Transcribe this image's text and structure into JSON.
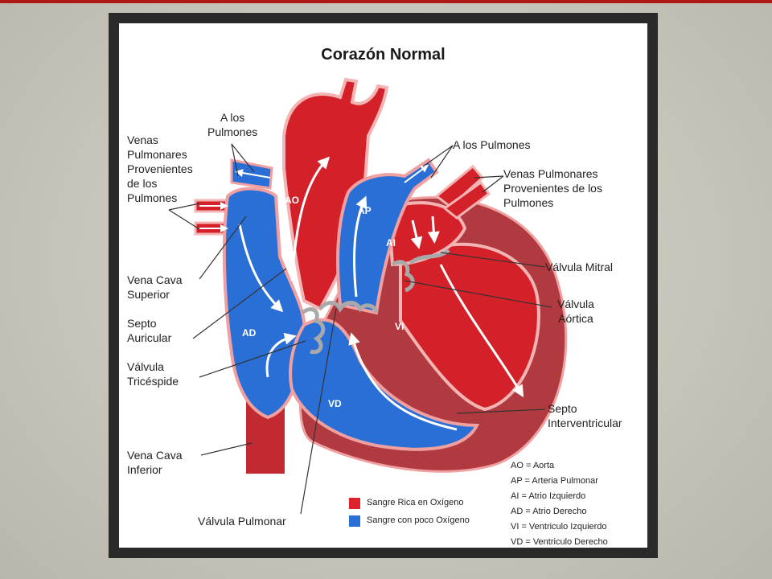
{
  "title": "Corazón Normal",
  "labels": {
    "a_los_pulmones_left": "A los\nPulmones",
    "venas_pulmonares_left": "Venas\nPulmonares\nProvenientes\nde los\nPulmones",
    "a_los_pulmones_right": "A los Pulmones",
    "venas_pulmonares_right": "Venas Pulmonares\nProvenientes de los\nPulmones",
    "vena_cava_superior": "Vena Cava\nSuperior",
    "septo_auricular": "Septo\nAuricular",
    "valvula_tricuspide": "Válvula\nTricéspide",
    "vena_cava_inferior": "Vena Cava\nInferior",
    "valvula_pulmonar": "Válvula Pulmonar",
    "valvula_mitral": "Válvula Mitral",
    "valvula_aortica": "Válvula\nAórtica",
    "septo_interventricular": "Septo\nInterventricular"
  },
  "chambers": {
    "ao": "AO",
    "ap": "AP",
    "ai": "AI",
    "ad": "AD",
    "vi": "VI",
    "vd": "VD"
  },
  "legend": [
    {
      "label": "Sangre Rica en Oxígeno",
      "color": "#e0202a"
    },
    {
      "label": "Sangre con poco Oxígeno",
      "color": "#2a6fd6"
    }
  ],
  "abbreviations": [
    "AO = Aorta",
    "AP = Arteria Pulmonar",
    "AI = Atrio Izquierdo",
    "AD = Atrio Derecho",
    "VI = Ventriculo Izquierdo",
    "VD = Ventriculo Derecho"
  ],
  "colors": {
    "oxygen_rich": "#e0202a",
    "oxygen_poor": "#2a6fd6",
    "muscle": "#b03a3f",
    "valve": "#a9a9a9"
  }
}
